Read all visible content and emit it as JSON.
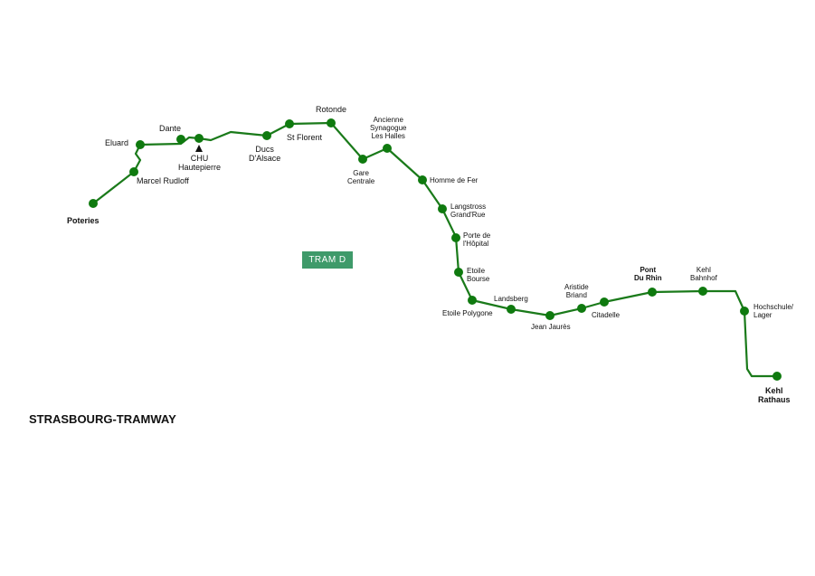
{
  "map_title": "STRASBOURG-TRAMWAY",
  "line_badge": "TRAM D",
  "colors": {
    "line": "#1a7a1a",
    "station": "#0f7a0f",
    "badge": "#3f9a6a"
  },
  "stations": [
    {
      "id": "poteries",
      "name": "Poteries"
    },
    {
      "id": "marcel-rudloff",
      "name": "Marcel Rudloff"
    },
    {
      "id": "eluard",
      "name": "Eluard"
    },
    {
      "id": "dante",
      "name": "Dante"
    },
    {
      "id": "chu-hautepierre",
      "name": "CHU\nHautepierre"
    },
    {
      "id": "ducs-d-alsace",
      "name": "Ducs\nD'Alsace"
    },
    {
      "id": "st-florent",
      "name": "St Florent"
    },
    {
      "id": "rotonde",
      "name": "Rotonde"
    },
    {
      "id": "gare-centrale",
      "name": "Gare\nCentrale"
    },
    {
      "id": "ancienne-synagogue",
      "name": "Ancienne\nSynagogue\nLes Halles"
    },
    {
      "id": "homme-de-fer",
      "name": "Homme de Fer"
    },
    {
      "id": "langstross",
      "name": "Langstross\nGrand'Rue"
    },
    {
      "id": "porte-de-l-hopital",
      "name": "Porte de\nl'Hôpital"
    },
    {
      "id": "etoile-bourse",
      "name": "Etoile\nBourse"
    },
    {
      "id": "etoile-polygone",
      "name": "Etoile Polygone"
    },
    {
      "id": "landsberg",
      "name": "Landsberg"
    },
    {
      "id": "jean-jaures",
      "name": "Jean Jaurès"
    },
    {
      "id": "aristide-briand",
      "name": "Aristide\nBriand"
    },
    {
      "id": "citadelle",
      "name": "Citadelle"
    },
    {
      "id": "pont-du-rhin",
      "name": "Pont\nDu Rhin"
    },
    {
      "id": "kehl-bahnhof",
      "name": "Kehl\nBahnhof"
    },
    {
      "id": "hochschule-lager",
      "name": "Hochschule/\nLager"
    },
    {
      "id": "kehl-rathaus",
      "name": "Kehl\nRathaus"
    }
  ]
}
